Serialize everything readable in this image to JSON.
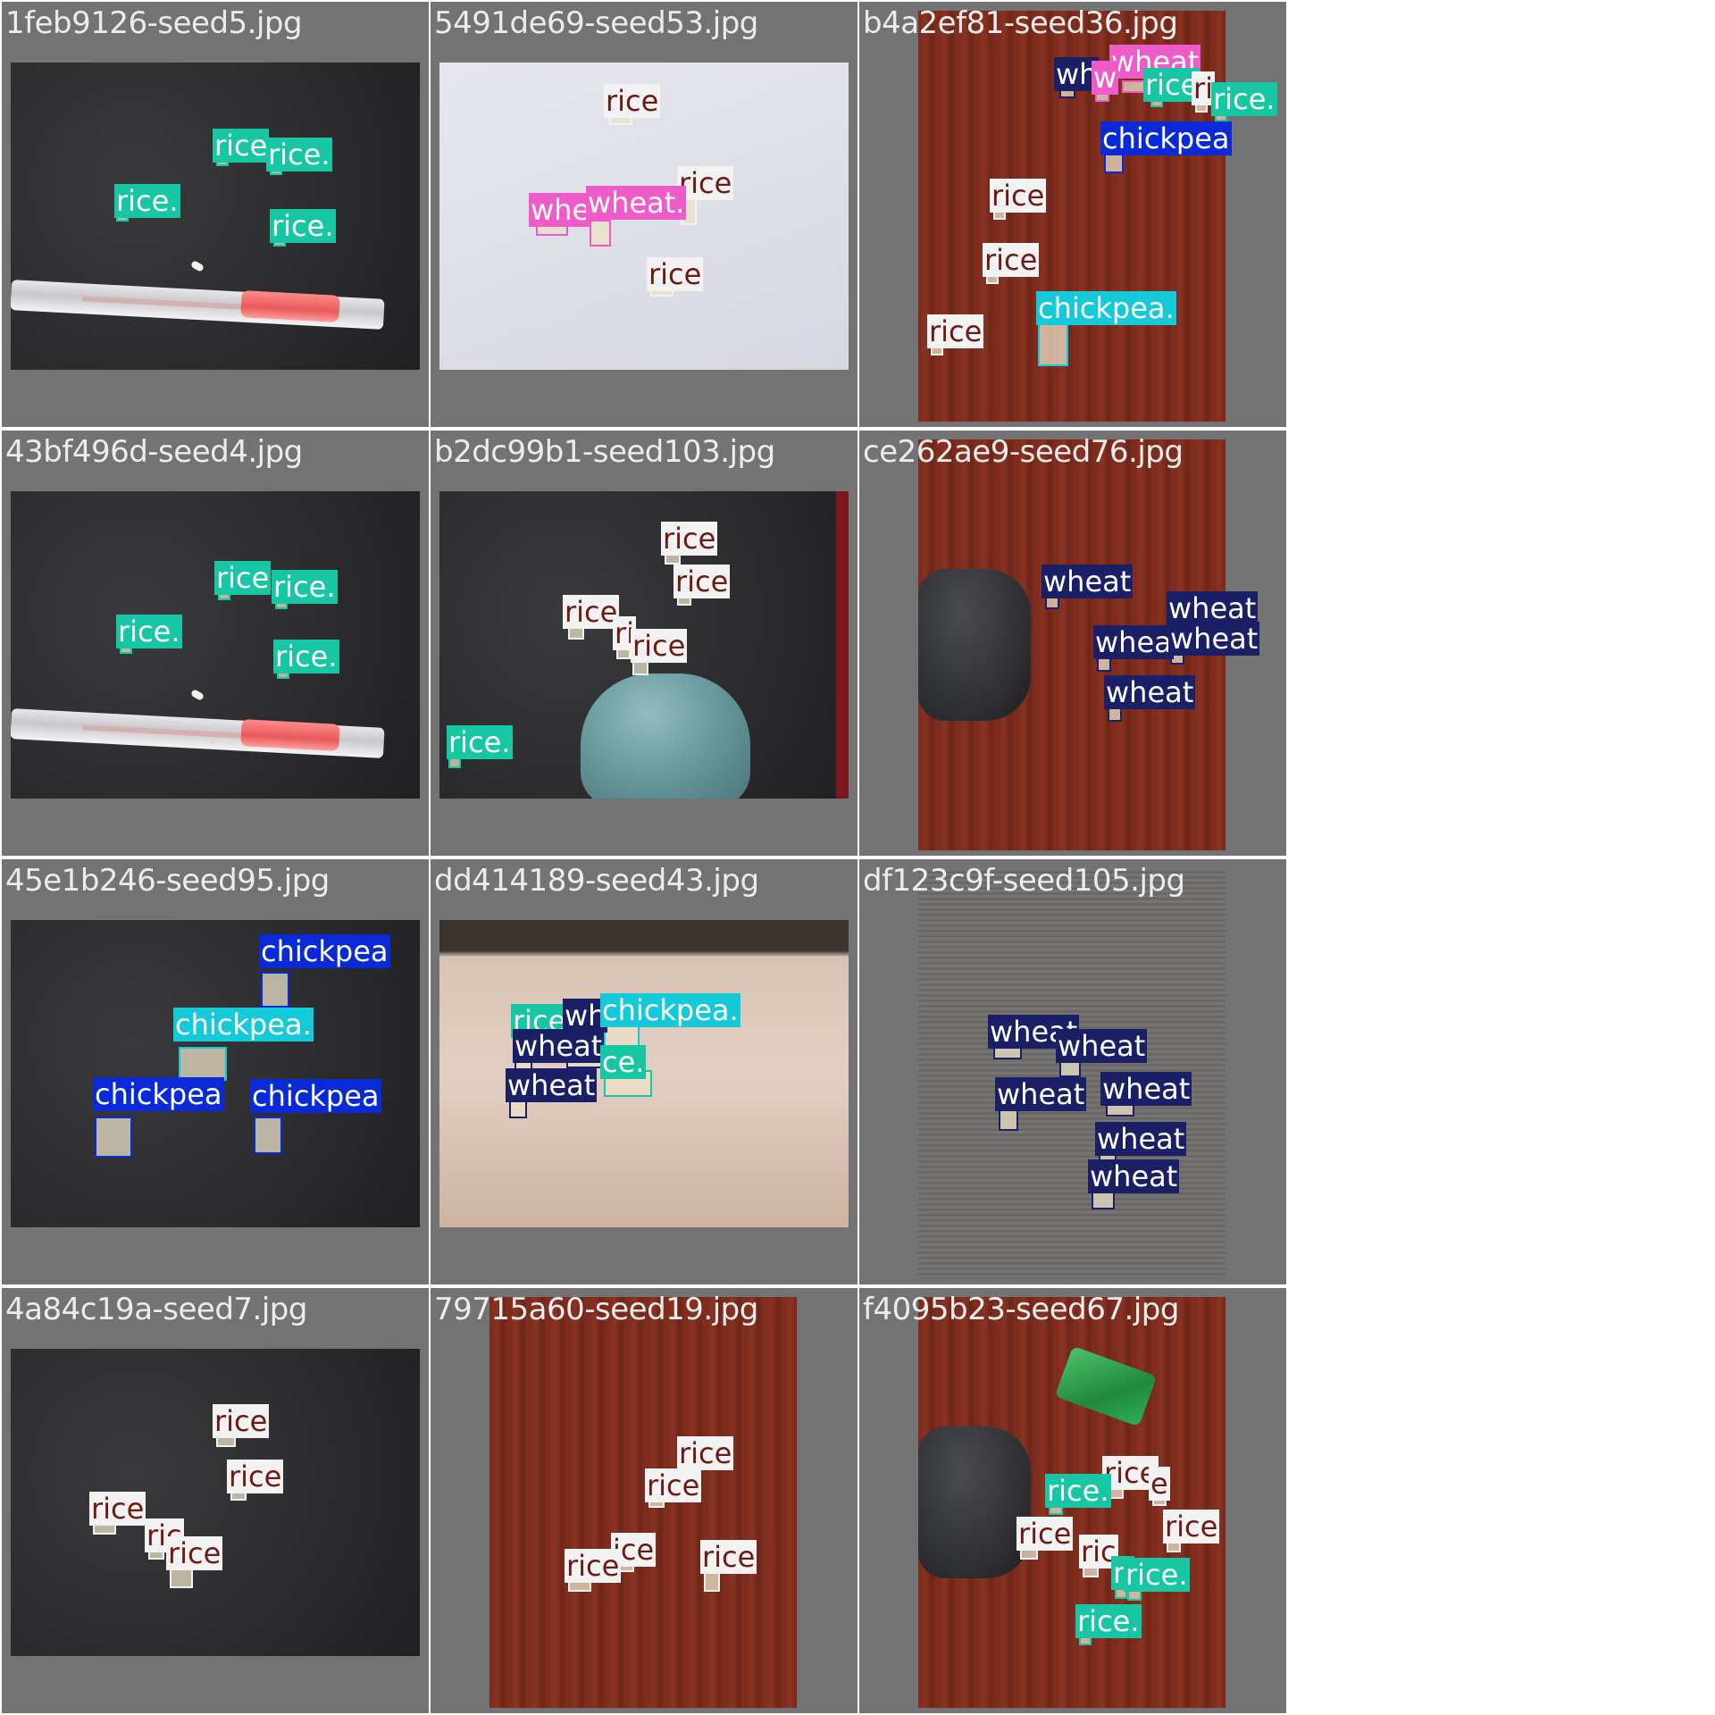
{
  "classes": {
    "rice_light": {
      "bg": "#f2f2f2",
      "fg": "#6b1a14"
    },
    "rice_teal": {
      "bg": "#17c6a3",
      "fg": "#ffffff"
    },
    "wheat_navy": {
      "bg": "#1a1f66",
      "fg": "#ffffff"
    },
    "wheat_pink": {
      "bg": "#ee5cc9",
      "fg": "#ffffff"
    },
    "chickpea_blue": {
      "bg": "#0a2ad8",
      "fg": "#ffffff"
    },
    "chickpea_cyan": {
      "bg": "#14c9d8",
      "fg": "#ffffff"
    }
  },
  "tiles": [
    {
      "title": "1feb9126-seed5.jpg",
      "bg": "dark",
      "props": [
        "pen"
      ],
      "labels": [
        {
          "text": "rice",
          "cls": "rice_teal"
        },
        {
          "text": "rice.",
          "cls": "rice_teal"
        },
        {
          "text": "rice.",
          "cls": "rice_teal"
        },
        {
          "text": "rice.",
          "cls": "rice_teal"
        }
      ]
    },
    {
      "title": "5491de69-seed53.jpg",
      "bg": "paper",
      "props": [],
      "labels": [
        {
          "text": "rice",
          "cls": "rice_light"
        },
        {
          "text": "rice",
          "cls": "rice_light"
        },
        {
          "text": "whe",
          "cls": "wheat_pink"
        },
        {
          "text": "wheat.",
          "cls": "wheat_pink"
        },
        {
          "text": "rice",
          "cls": "rice_light"
        }
      ]
    },
    {
      "title": "b4a2ef81-seed36.jpg",
      "bg": "wood",
      "props": [],
      "labels": [
        {
          "text": "wheat",
          "cls": "wheat_pink"
        },
        {
          "text": "wh",
          "cls": "wheat_navy"
        },
        {
          "text": "w",
          "cls": "wheat_pink"
        },
        {
          "text": "rice",
          "cls": "rice_teal"
        },
        {
          "text": "ri",
          "cls": "rice_light"
        },
        {
          "text": "rice.",
          "cls": "rice_teal"
        },
        {
          "text": "chickpea",
          "cls": "chickpea_blue"
        },
        {
          "text": "rice",
          "cls": "rice_light"
        },
        {
          "text": "rice",
          "cls": "rice_light"
        },
        {
          "text": "chickpea.",
          "cls": "chickpea_cyan"
        },
        {
          "text": "rice",
          "cls": "rice_light"
        }
      ]
    },
    {
      "title": "43bf496d-seed4.jpg",
      "bg": "dark",
      "props": [
        "pen"
      ],
      "labels": [
        {
          "text": "rice",
          "cls": "rice_teal"
        },
        {
          "text": "rice.",
          "cls": "rice_teal"
        },
        {
          "text": "rice.",
          "cls": "rice_teal"
        },
        {
          "text": "rice.",
          "cls": "rice_teal"
        }
      ]
    },
    {
      "title": "b2dc99b1-seed103.jpg",
      "bg": "dark",
      "props": [
        "case"
      ],
      "labels": [
        {
          "text": "rice",
          "cls": "rice_light"
        },
        {
          "text": "rice",
          "cls": "rice_light"
        },
        {
          "text": "rice",
          "cls": "rice_light"
        },
        {
          "text": "ri",
          "cls": "rice_light"
        },
        {
          "text": "rice",
          "cls": "rice_light"
        },
        {
          "text": "rice.",
          "cls": "rice_teal"
        }
      ]
    },
    {
      "title": "ce262ae9-seed76.jpg",
      "bg": "wood",
      "props": [
        "earbuds"
      ],
      "labels": [
        {
          "text": "wheat",
          "cls": "wheat_navy"
        },
        {
          "text": "wheat",
          "cls": "wheat_navy"
        },
        {
          "text": "whea",
          "cls": "wheat_navy"
        },
        {
          "text": "wheat",
          "cls": "wheat_navy"
        },
        {
          "text": "wheat",
          "cls": "wheat_navy"
        }
      ]
    },
    {
      "title": "45e1b246-seed95.jpg",
      "bg": "dark",
      "props": [],
      "labels": [
        {
          "text": "chickpea",
          "cls": "chickpea_blue"
        },
        {
          "text": "chickpea.",
          "cls": "chickpea_cyan"
        },
        {
          "text": "chickpea",
          "cls": "chickpea_blue"
        },
        {
          "text": "chickpea",
          "cls": "chickpea_blue"
        }
      ]
    },
    {
      "title": "dd414189-seed43.jpg",
      "bg": "hand",
      "props": [],
      "labels": [
        {
          "text": "rice",
          "cls": "rice_teal"
        },
        {
          "text": "wh",
          "cls": "wheat_navy"
        },
        {
          "text": "chickpea.",
          "cls": "chickpea_cyan"
        },
        {
          "text": "wheat",
          "cls": "wheat_navy"
        },
        {
          "text": "ce.",
          "cls": "rice_teal"
        },
        {
          "text": "wheat",
          "cls": "wheat_navy"
        }
      ]
    },
    {
      "title": "df123c9f-seed105.jpg",
      "bg": "gray",
      "props": [],
      "labels": [
        {
          "text": "wheat",
          "cls": "wheat_navy"
        },
        {
          "text": "wheat",
          "cls": "wheat_navy"
        },
        {
          "text": "wheat",
          "cls": "wheat_navy"
        },
        {
          "text": "wheat",
          "cls": "wheat_navy"
        },
        {
          "text": "wheat",
          "cls": "wheat_navy"
        },
        {
          "text": "wheat",
          "cls": "wheat_navy"
        }
      ]
    },
    {
      "title": "4a84c19a-seed7.jpg",
      "bg": "dark",
      "props": [],
      "labels": [
        {
          "text": "rice",
          "cls": "rice_light"
        },
        {
          "text": "rice",
          "cls": "rice_light"
        },
        {
          "text": "rice",
          "cls": "rice_light"
        },
        {
          "text": "ric",
          "cls": "rice_light"
        },
        {
          "text": "rice",
          "cls": "rice_light"
        }
      ]
    },
    {
      "title": "79715a60-seed19.jpg",
      "bg": "wood",
      "props": [],
      "labels": [
        {
          "text": "rice",
          "cls": "rice_light"
        },
        {
          "text": "rice",
          "cls": "rice_light"
        },
        {
          "text": "ice",
          "cls": "rice_light"
        },
        {
          "text": "rice",
          "cls": "rice_light"
        },
        {
          "text": "rice",
          "cls": "rice_light"
        }
      ]
    },
    {
      "title": "f4095b23-seed67.jpg",
      "bg": "wood",
      "props": [
        "packet",
        "earbuds"
      ],
      "labels": [
        {
          "text": "rice",
          "cls": "rice_light"
        },
        {
          "text": "e",
          "cls": "rice_light"
        },
        {
          "text": "rice.",
          "cls": "rice_teal"
        },
        {
          "text": "rice",
          "cls": "rice_light"
        },
        {
          "text": "rice",
          "cls": "rice_light"
        },
        {
          "text": "ric",
          "cls": "rice_light"
        },
        {
          "text": "ri",
          "cls": "rice_teal"
        },
        {
          "text": "rice.",
          "cls": "rice_teal"
        },
        {
          "text": "rice.",
          "cls": "rice_teal"
        }
      ]
    }
  ]
}
